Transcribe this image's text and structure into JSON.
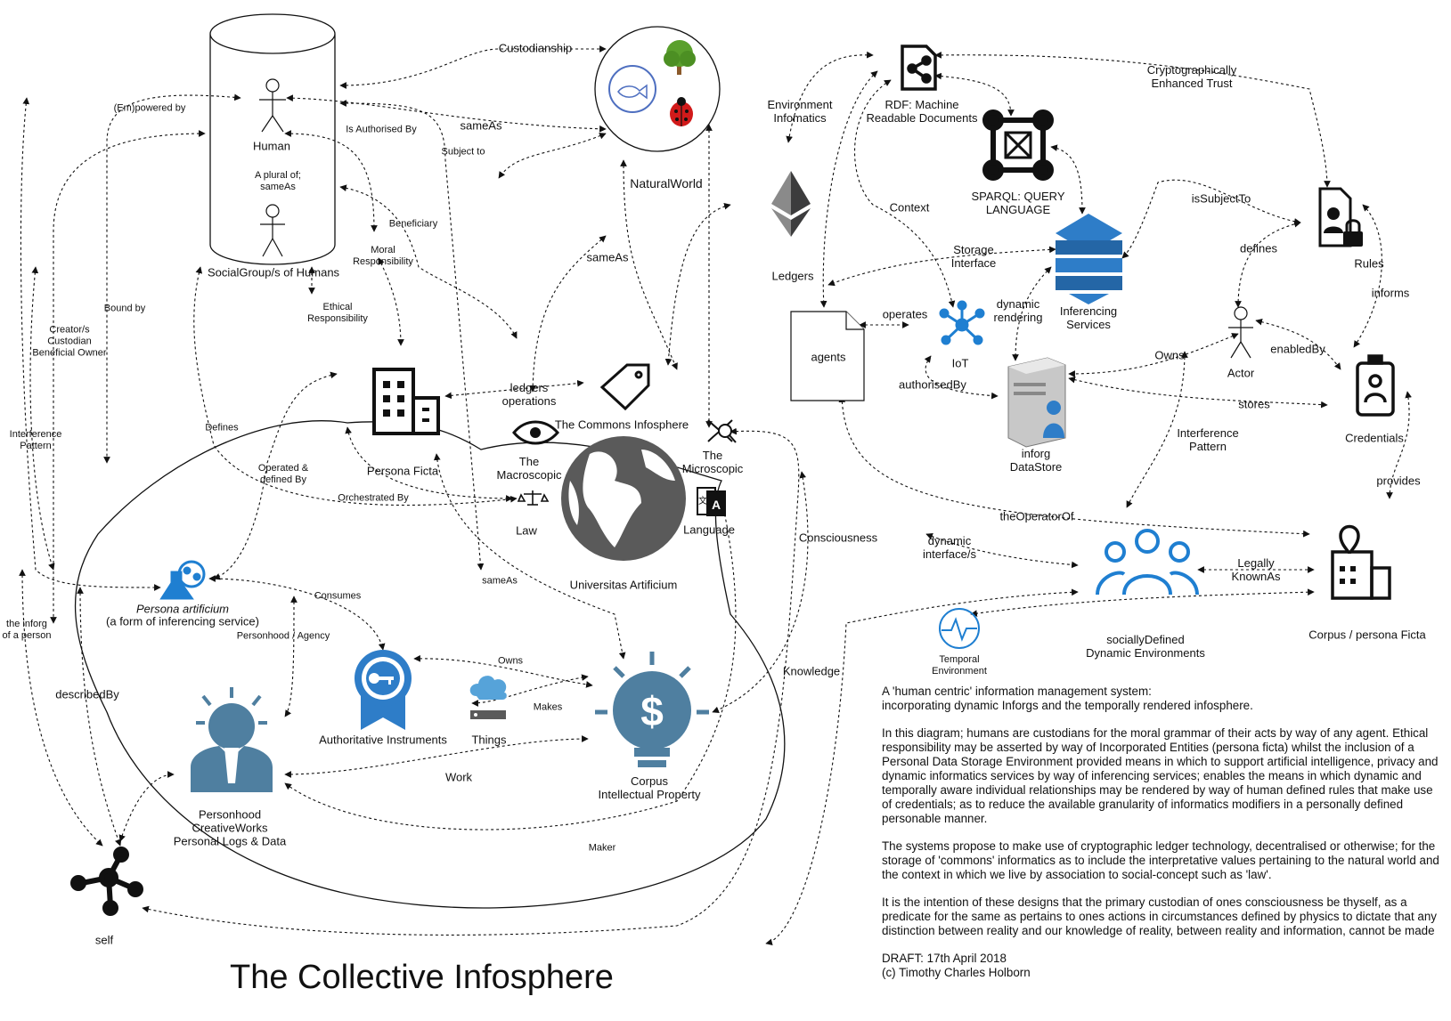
{
  "title": "The Collective Infosphere",
  "description": {
    "heading_line1": "A 'human centric' information management system:",
    "heading_line2": " incorporating dynamic Inforgs and the temporally rendered infosphere.",
    "para1": "In this diagram; humans are custodians for the moral grammar of their acts by way of any agent. Ethical responsibility may be asserted by way of Incorporated Entities (persona ficta) whilst the inclusion of a Personal Data Storage Environment provided means in which to support artificial intelligence, privacy and dynamic informatics services by way of inferencing services; enables the means in which dynamic and temporally aware individual relationships may be rendered by way of human defined rules that make use of credentials; as to reduce the available granularity of informatics modifiers in a personally defined personable manner.",
    "para2": "The systems propose to make use of cryptographic ledger technology, decentralised or otherwise; for the storage of 'commons' informatics as to include the interpretative values pertaining to the natural world and the context in which we live by association to social-concept such as 'law'.",
    "para3": "It is the intention of these designs that the primary custodian of ones consciousness be thyself, as a predicate for the same as pertains to ones actions in circumstances defined by physics to dictate that any distinction between reality and our knowledge of reality, between reality and information, cannot be made",
    "draft_line": "DRAFT:  17th April 2018",
    "copyright_line": "(c) Timothy Charles Holborn"
  },
  "nodes": {
    "human": "Human",
    "social_groups": "SocialGroup/s of Humans",
    "natural_world": "NaturalWorld",
    "persona_ficta": "Persona Ficta",
    "commons_infosphere": "The Commons Infosphere",
    "macroscopic": "The\nMacroscopic",
    "microscopic": "The\nMicroscopic",
    "law": "Law",
    "language": "Language",
    "universitas": "Universitas Artificium",
    "persona_artificium": "Persona artificium",
    "persona_artificium_sub": "(a form of inferencing service)",
    "authoritative_instruments": "Authoritative Instruments",
    "things": "Things",
    "corpus_ip": "Corpus\nIntellectual Property",
    "personhood": "Personhood\nCreativeWorks\nPersonal Logs & Data",
    "self": "self",
    "rdf": "RDF: Machine\nReadable Documents",
    "sparql": "SPARQL: QUERY\nLANGUAGE",
    "ledgers": "Ledgers",
    "agents": "agents",
    "iot": "IoT",
    "inferencing": "Inferencing\nServices",
    "rules": "Rules",
    "actor": "Actor",
    "inforg_datastore": "inforg\nDataStore",
    "credentials": "Credentials",
    "socially_defined": "sociallyDefined\nDynamic Environments",
    "temporal_env": "Temporal\nEnvironment",
    "corpus_persona_ficta": "Corpus / persona Ficta"
  },
  "edge_labels": {
    "custodianship": "Custodianship",
    "empowered_by": "(Em)powered by",
    "same_as_1": "sameAs",
    "is_authorised_by": "Is Authorised By",
    "subject_to": "Subject to",
    "plural_of": "A plural of;\nsameAs",
    "beneficiary": "Beneficiary",
    "moral_responsibility": "Moral\nResponsibility",
    "ethical_responsibility": "Ethical\nResponsibility",
    "bound_by": "Bound by",
    "creator_custodian": "Creator/s\nCustodian\nBeneficial Owner",
    "interference_pattern_left": "Interference\nPattern",
    "defines_left": "Defines",
    "same_as_2": "sameAs",
    "ledgers_operations": "ledgers\noperations",
    "operated_defined_by": "Operated &\ndefined By",
    "orchestrated_by": "Orchestrated By",
    "same_as_3": "sameAs",
    "consumes": "Consumes",
    "personhood_agency": "Personhood / Agency",
    "the_inforg": "the inforg\nof a person",
    "described_by": "describedBy",
    "owns_center": "Owns",
    "makes": "Makes",
    "work": "Work",
    "maker": "Maker",
    "consciousness": "Consciousness",
    "knowledge": "Knowledge",
    "environment_infomatics": "Environment\nInfomatics",
    "context": "Context",
    "cryptographic_trust": "Cryptographically\nEnhanced Trust",
    "is_subject_to": "isSubjectTo",
    "storage_interface": "Storage\nInterface",
    "defines_right": "defines",
    "informs": "informs",
    "operates": "operates",
    "dynamic_rendering": "dynamic\nrendering",
    "authorised_by": "authorisedBy",
    "owns_right": "Owns",
    "enabled_by": "enabledBy",
    "stores": "stores",
    "interference_pattern_right": "Interference\nPattern",
    "provides": "provides",
    "the_operator_of": "theOperatorOf",
    "dynamic_interfaces": "dynamic\ninterface/s",
    "legally_known_as": "Legally\nKnownAs"
  },
  "colors": {
    "line": "#111111",
    "icon_dark": "#111111",
    "icon_blue": "#1f7fd1",
    "icon_steel": "#4f7fa0",
    "icon_azure": "#2e7dc8",
    "ethereum": "#3c3c3d",
    "globe": "#5a5a5a",
    "tree_green": "#5aa02c",
    "trunk": "#8b5a2b",
    "ladybug": "#d11a1a"
  },
  "icons": {
    "natural_world": "fish-tree-ladybug-icons",
    "persona_ficta": "office-building-icon",
    "commons_tag": "tag-icon",
    "macroscopic": "eye-icon",
    "microscopic": "dna-magnifier-icon",
    "law": "scales-icon",
    "language": "translate-icon",
    "universitas": "globe-icon",
    "persona_artificium": "flask-network-icon",
    "authoritative_instruments": "key-badge-icon",
    "things": "cloud-device-icon",
    "corpus_ip": "dollar-lightbulb-icon",
    "personhood": "lightbulb-person-icon",
    "self": "network-node-icon",
    "rdf": "shared-document-icon",
    "sparql": "query-graph-icon",
    "ledgers": "ethereum-icon",
    "agents": "document-icon",
    "iot": "iot-hub-icon",
    "inferencing": "database-stack-icon",
    "rules": "locked-user-document-icon",
    "actor": "stick-figure-icon",
    "inforg_datastore": "server-user-icon",
    "credentials": "id-badge-icon",
    "socially_defined": "people-group-icon",
    "temporal_env": "heartbeat-icon",
    "corpus_persona_ficta": "location-building-icon"
  }
}
